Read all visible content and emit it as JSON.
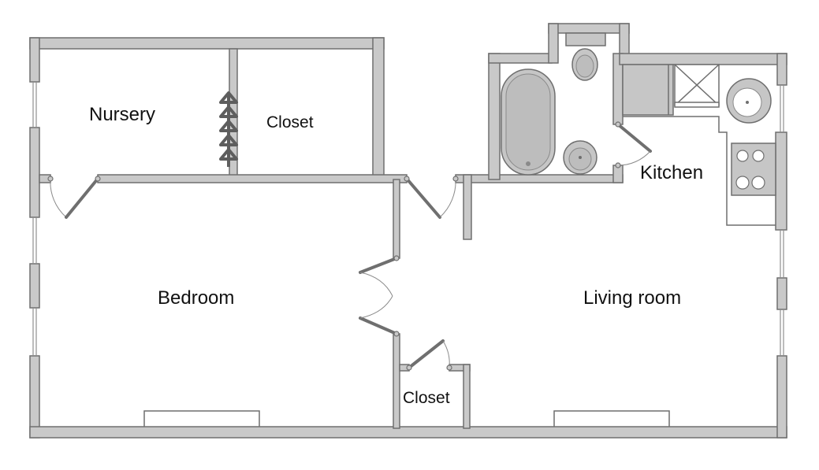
{
  "rooms": {
    "nursery": "Nursery",
    "closet_upper": "Closet",
    "kitchen": "Kitchen",
    "bedroom": "Bedroom",
    "living_room": "Living room",
    "closet_lower": "Closet"
  }
}
